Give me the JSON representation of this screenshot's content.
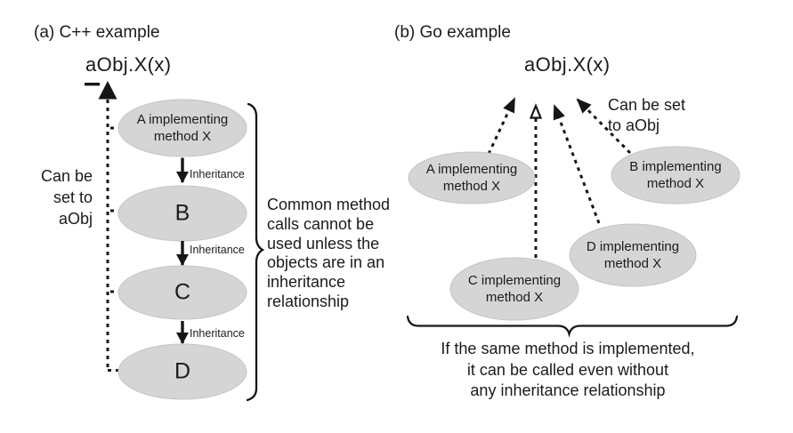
{
  "figure": {
    "description": "Comparison diagram of method call binding in C++ vs Go",
    "colors": {
      "background": "#ffffff",
      "ellipse_fill": "#d5d5d5",
      "ellipse_edge": "#c4c4c4",
      "ink": "#161616",
      "text": "#1b1b1b"
    }
  },
  "panel_a": {
    "title": "(a) C++ example",
    "call_label": "aObj.X(x)",
    "side_note": "Can be\nset to\naObj",
    "inheritance_label": "Inheritance",
    "nodes": {
      "a": "A implementing\nmethod X",
      "b": "B",
      "c": "C",
      "d": "D"
    },
    "brace_note": "Common method\ncalls cannot be\nused unless the\nobjects are in an\ninheritance\nrelationship"
  },
  "panel_b": {
    "title": "(b) Go example",
    "call_label": "aObj.X(x)",
    "side_note": "Can be set\nto aObj",
    "nodes": {
      "a": "A implementing\nmethod X",
      "b": "B implementing\nmethod X",
      "c": "C implementing\nmethod X",
      "d": "D implementing\nmethod X"
    },
    "brace_note": "If the same method is implemented,\nit can be called even without\nany inheritance relationship"
  }
}
